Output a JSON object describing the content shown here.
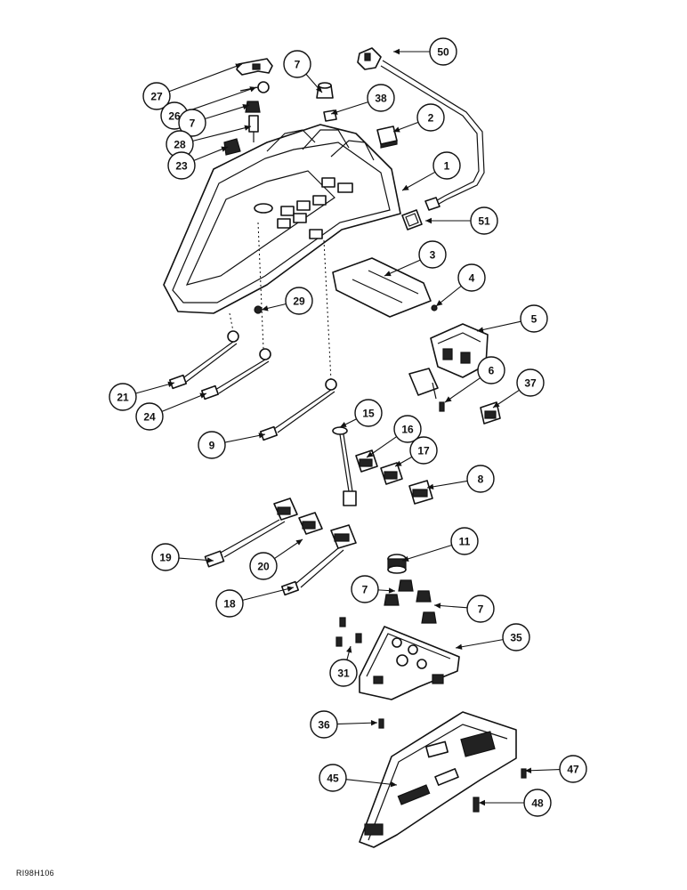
{
  "figure_code": "RI98H106",
  "callouts": [
    {
      "id": "c50",
      "label": "50",
      "to": [
        442,
        58
      ]
    },
    {
      "id": "c7a",
      "label": "7",
      "to": [
        362,
        104
      ]
    },
    {
      "id": "c27",
      "label": "27",
      "to": [
        272,
        72
      ]
    },
    {
      "id": "c26",
      "label": "26",
      "to": [
        288,
        98
      ]
    },
    {
      "id": "c7b",
      "label": "7",
      "to": [
        280,
        118
      ]
    },
    {
      "id": "c38",
      "label": "38",
      "to": [
        372,
        128
      ]
    },
    {
      "id": "c2",
      "label": "2",
      "to": [
        442,
        148
      ]
    },
    {
      "id": "c28",
      "label": "28",
      "to": [
        282,
        142
      ]
    },
    {
      "id": "c23",
      "label": "23",
      "to": [
        256,
        165
      ]
    },
    {
      "id": "c1",
      "label": "1",
      "to": [
        452,
        214
      ]
    },
    {
      "id": "c51",
      "label": "51",
      "to": [
        478,
        248
      ]
    },
    {
      "id": "c3",
      "label": "3",
      "to": [
        432,
        310
      ]
    },
    {
      "id": "c4",
      "label": "4",
      "to": [
        490,
        344
      ]
    },
    {
      "id": "c29",
      "label": "29",
      "to": [
        294,
        348
      ]
    },
    {
      "id": "c5",
      "label": "5",
      "to": [
        536,
        372
      ]
    },
    {
      "id": "c6",
      "label": "6",
      "to": [
        500,
        452
      ]
    },
    {
      "id": "c37",
      "label": "37",
      "to": [
        554,
        458
      ]
    },
    {
      "id": "c21",
      "label": "21",
      "to": [
        196,
        430
      ]
    },
    {
      "id": "c24",
      "label": "24",
      "to": [
        232,
        442
      ]
    },
    {
      "id": "c15",
      "label": "15",
      "to": [
        382,
        480
      ]
    },
    {
      "id": "c16",
      "label": "16",
      "to": [
        412,
        514
      ]
    },
    {
      "id": "c17",
      "label": "17",
      "to": [
        444,
        524
      ]
    },
    {
      "id": "c9",
      "label": "9",
      "to": [
        298,
        488
      ]
    },
    {
      "id": "c8",
      "label": "8",
      "to": [
        480,
        548
      ]
    },
    {
      "id": "c19",
      "label": "19",
      "to": [
        240,
        630
      ]
    },
    {
      "id": "c20",
      "label": "20",
      "to": [
        340,
        606
      ]
    },
    {
      "id": "c11",
      "label": "11",
      "to": [
        452,
        630
      ]
    },
    {
      "id": "c7c",
      "label": "7",
      "to": [
        444,
        664
      ]
    },
    {
      "id": "c7d",
      "label": "7",
      "to": [
        488,
        680
      ]
    },
    {
      "id": "c18",
      "label": "18",
      "to": [
        330,
        660
      ]
    },
    {
      "id": "c35",
      "label": "35",
      "to": [
        512,
        728
      ]
    },
    {
      "id": "c31",
      "label": "31",
      "to": [
        394,
        726
      ]
    },
    {
      "id": "c36",
      "label": "36",
      "to": [
        424,
        812
      ]
    },
    {
      "id": "c47",
      "label": "47",
      "to": [
        590,
        866
      ]
    },
    {
      "id": "c45",
      "label": "45",
      "to": [
        446,
        882
      ]
    },
    {
      "id": "c48",
      "label": "48",
      "to": [
        538,
        902
      ]
    }
  ]
}
